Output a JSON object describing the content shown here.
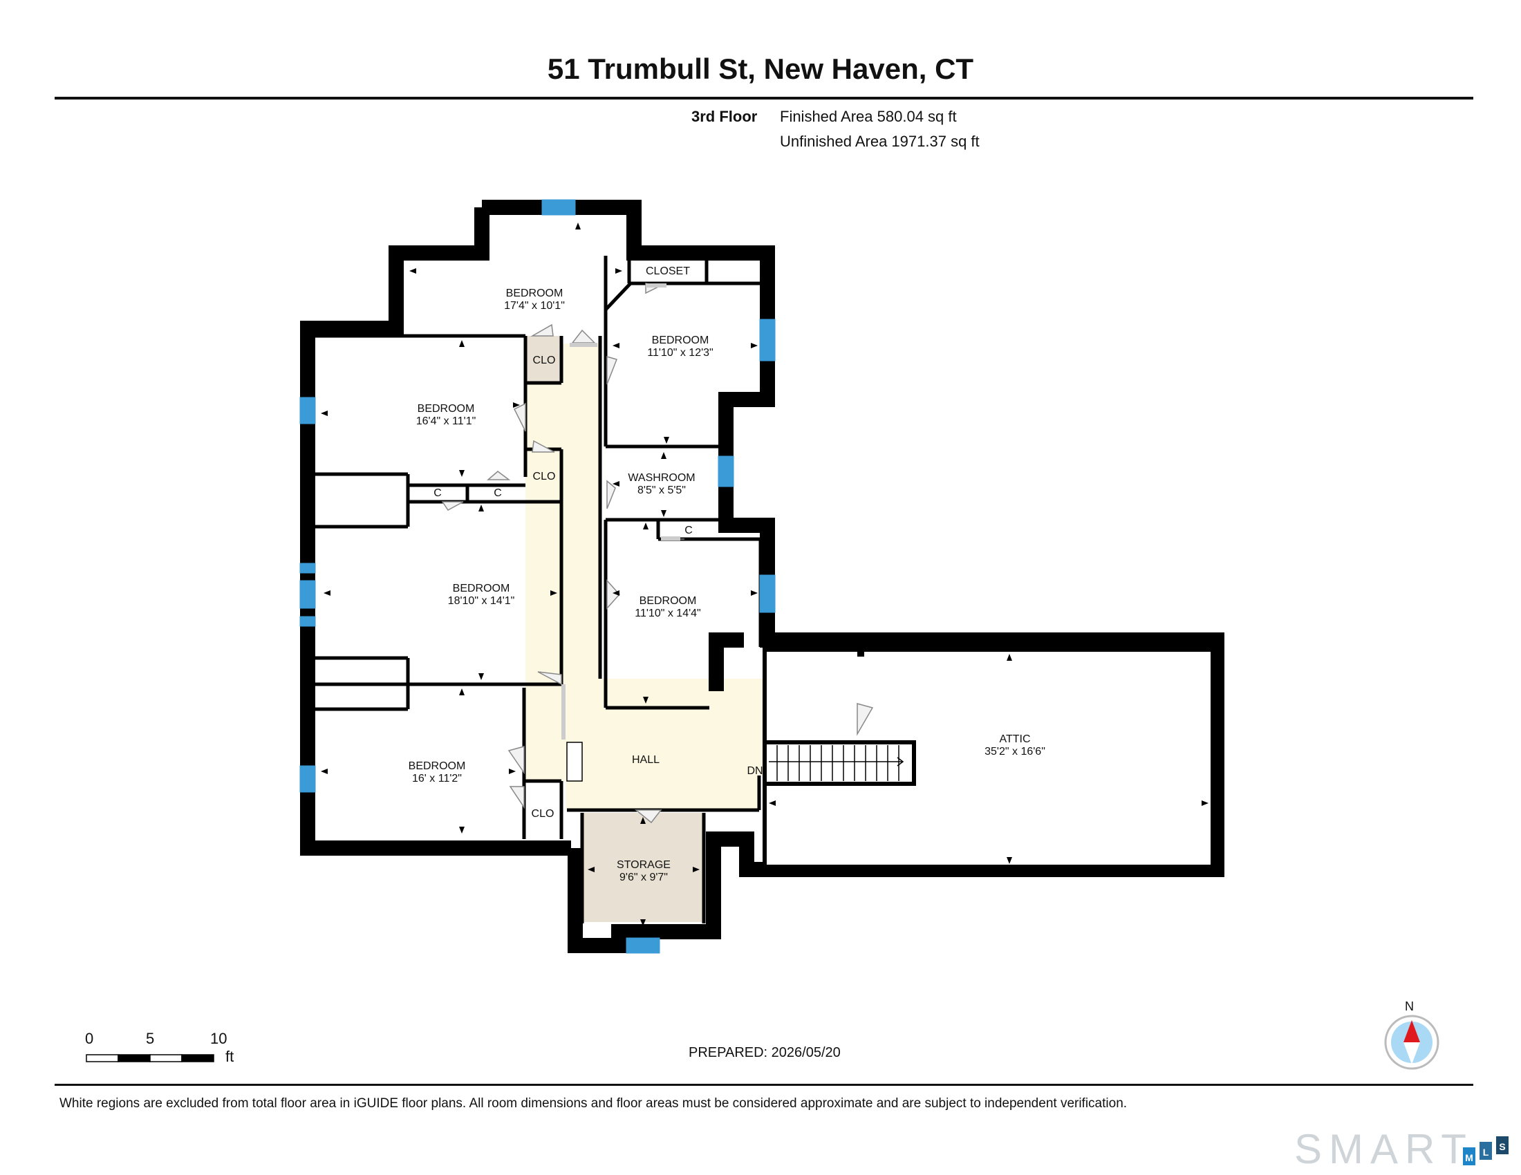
{
  "header": {
    "title": "51 Trumbull St, New Haven, CT",
    "floor_label": "3rd Floor",
    "finished_area": "Finished Area 580.04 sq ft",
    "unfinished_area": "Unfinished Area 1971.37 sq ft"
  },
  "rooms": {
    "bedroom_top": {
      "name": "BEDROOM",
      "dims": "17'4\" x 10'1\""
    },
    "bedroom_ne": {
      "name": "BEDROOM",
      "dims": "11'10\" x 12'3\""
    },
    "bedroom_nw": {
      "name": "BEDROOM",
      "dims": "16'4\" x 11'1\""
    },
    "washroom": {
      "name": "WASHROOM",
      "dims": "8'5\" x 5'5\""
    },
    "bedroom_w": {
      "name": "BEDROOM",
      "dims": "18'10\" x 14'1\""
    },
    "bedroom_e": {
      "name": "BEDROOM",
      "dims": "11'10\" x 14'4\""
    },
    "bedroom_sw": {
      "name": "BEDROOM",
      "dims": "16' x 11'2\""
    },
    "storage": {
      "name": "STORAGE",
      "dims": "9'6\" x 9'7\""
    },
    "attic": {
      "name": "ATTIC",
      "dims": "35'2\" x 16'6\""
    },
    "hall": {
      "name": "HALL"
    },
    "closet_label": "CLOSET",
    "clo_label": "CLO",
    "c_label": "C",
    "stairs_label": "DN"
  },
  "scale": {
    "ticks": [
      "0",
      "5",
      "10"
    ],
    "unit": "ft"
  },
  "compass": {
    "north_label": "N"
  },
  "footer": {
    "prepared": "PREPARED: 2026/05/20",
    "disclaimer": "White regions are excluded from total floor area in iGUIDE floor plans. All room dimensions and floor areas must be considered approximate and are subject to independent verification."
  },
  "logo": {
    "text": "SMART",
    "letters": [
      "M",
      "L",
      "S"
    ]
  },
  "colors": {
    "wall": "#000000",
    "window": "#3b9bd6",
    "hall_fill": "#fdf8e1",
    "storage_fill": "#e8e1d3",
    "compass_red": "#e0191f",
    "compass_blue": "#a9d9f4",
    "logo_gray": "#cfd4d9",
    "logo_blue": "#1f85c9"
  }
}
